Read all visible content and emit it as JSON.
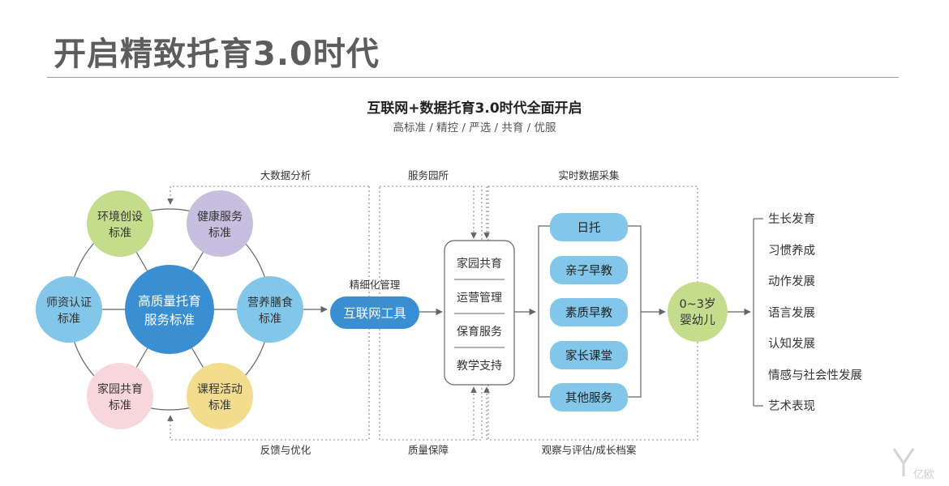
{
  "header": {
    "title": "开启精致托育3.0时代",
    "subtitle": "互联网+数据托育3.0时代全面开启",
    "tagline": "高标准 / 精控 / 严选 / 共育 / 优服"
  },
  "standards": {
    "center": [
      "高质量托育",
      "服务标准"
    ],
    "nodes": [
      {
        "line1": "环境创设",
        "line2": "标准",
        "color": "#c4dd8c"
      },
      {
        "line1": "健康服务",
        "line2": "标准",
        "color": "#c7bfdf"
      },
      {
        "line1": "营养膳食",
        "line2": "标准",
        "color": "#82c6ea"
      },
      {
        "line1": "课程活动",
        "line2": "标准",
        "color": "#f2dd8f"
      },
      {
        "line1": "家园共育",
        "line2": "标准",
        "color": "#f7d6dc"
      },
      {
        "line1": "师资认证",
        "line2": "标准",
        "color": "#82c6ea"
      }
    ],
    "center_color": "#3a8fd2"
  },
  "flow_labels": {
    "big_data": "大数据分析",
    "feedback": "反馈与优化",
    "refine": "精细化管理",
    "campus": "服务园所",
    "quality": "质量保障",
    "realtime": "实时数据采集",
    "observe": "观察与评估/成长档案"
  },
  "internet_tool": "互联网工具",
  "campus_items": [
    "家园共育",
    "运营管理",
    "保育服务",
    "教学支持"
  ],
  "services": [
    "日托",
    "亲子早教",
    "素质早教",
    "家长课堂",
    "其他服务"
  ],
  "infant": [
    "0~3岁",
    "婴幼儿"
  ],
  "outcomes": [
    "生长发育",
    "习惯养成",
    "动作发展",
    "语言发展",
    "认知发展",
    "情感与社会性发展",
    "艺术表现"
  ],
  "colors": {
    "accent": "#3a8fd2",
    "pill": "#82c6ea",
    "green": "#c4dd8c"
  },
  "watermark": "亿欧"
}
